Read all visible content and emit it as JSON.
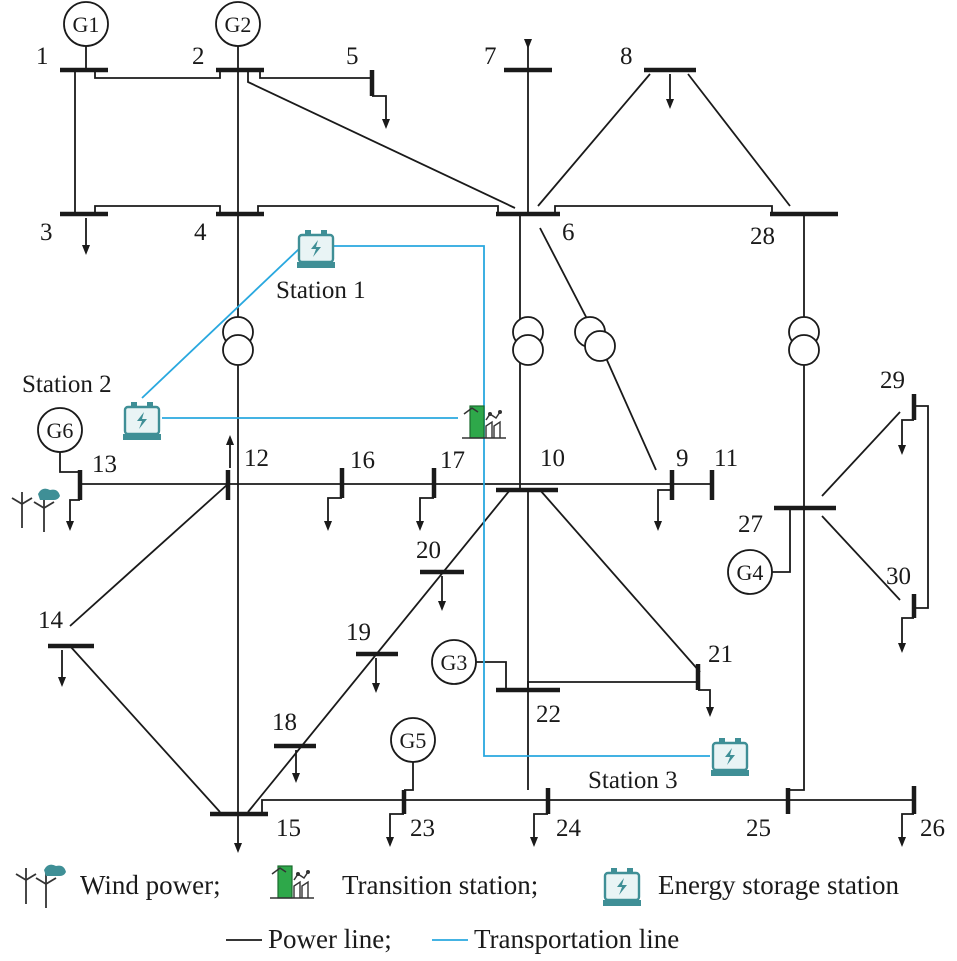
{
  "generators": {
    "g1": "G1",
    "g2": "G2",
    "g3": "G3",
    "g4": "G4",
    "g5": "G5",
    "g6": "G6"
  },
  "buses": {
    "b1": "1",
    "b2": "2",
    "b3": "3",
    "b4": "4",
    "b5": "5",
    "b6": "6",
    "b7": "7",
    "b8": "8",
    "b9": "9",
    "b10": "10",
    "b11": "11",
    "b12": "12",
    "b13": "13",
    "b14": "14",
    "b15": "15",
    "b16": "16",
    "b17": "17",
    "b18": "18",
    "b19": "19",
    "b20": "20",
    "b21": "21",
    "b22": "22",
    "b23": "23",
    "b24": "24",
    "b25": "25",
    "b26": "26",
    "b27": "27",
    "b28": "28",
    "b29": "29",
    "b30": "30"
  },
  "stations": {
    "s1": "Station 1",
    "s2": "Station 2",
    "s3": "Station 3"
  },
  "legend": {
    "wind": "Wind power;",
    "transition": "Transition station;",
    "storage": "Energy storage station",
    "power_line": "Power line;",
    "transport_line": "Transportation line"
  },
  "colors": {
    "power_line": "#1a1a1a",
    "transport_line": "#29a8df",
    "storage_teal": "#3f8f96",
    "transition_green": "#2ea84a"
  },
  "icons": [
    "wind-turbine-icon",
    "transition-station-icon",
    "energy-storage-icon",
    "transformer-icon",
    "load-arrow-icon"
  ]
}
